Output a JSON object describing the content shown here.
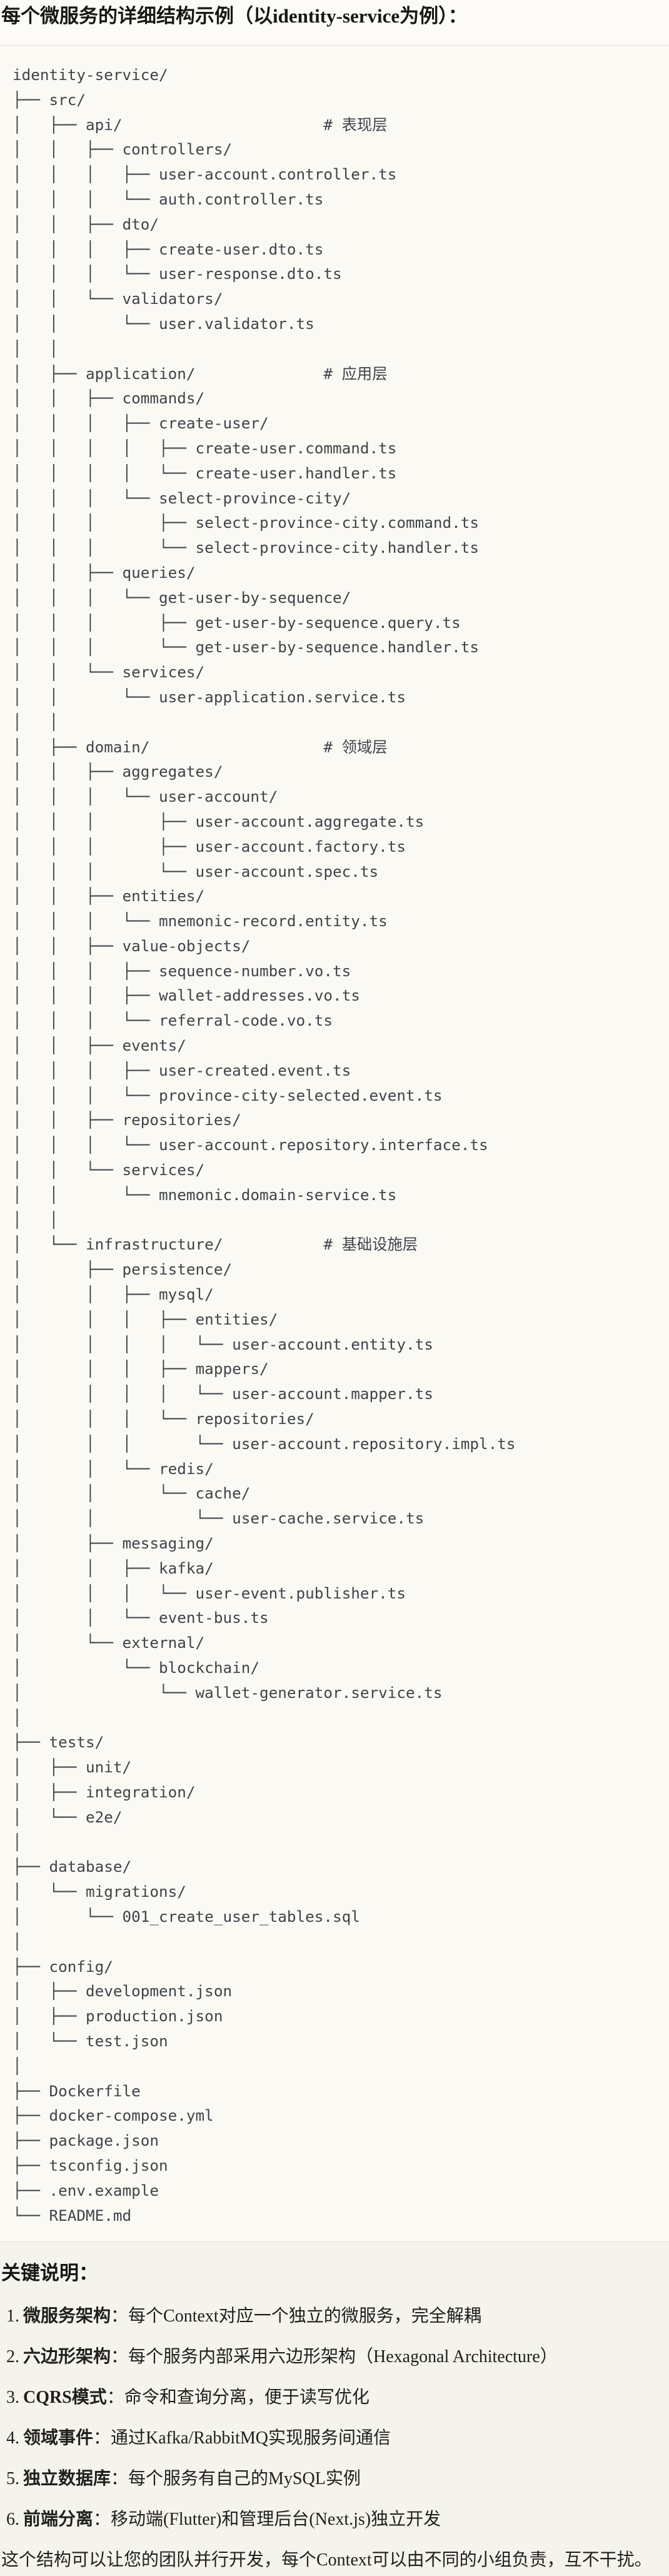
{
  "header": {
    "title": "每个微服务的详细结构示例（以identity-service为例）："
  },
  "tree": {
    "lines": [
      "identity-service/",
      "├── src/",
      "│   ├── api/                      # 表现层",
      "│   │   ├── controllers/",
      "│   │   │   ├── user-account.controller.ts",
      "│   │   │   └── auth.controller.ts",
      "│   │   ├── dto/",
      "│   │   │   ├── create-user.dto.ts",
      "│   │   │   └── user-response.dto.ts",
      "│   │   └── validators/",
      "│   │       └── user.validator.ts",
      "│   │",
      "│   ├── application/              # 应用层",
      "│   │   ├── commands/",
      "│   │   │   ├── create-user/",
      "│   │   │   │   ├── create-user.command.ts",
      "│   │   │   │   └── create-user.handler.ts",
      "│   │   │   └── select-province-city/",
      "│   │   │       ├── select-province-city.command.ts",
      "│   │   │       └── select-province-city.handler.ts",
      "│   │   ├── queries/",
      "│   │   │   └── get-user-by-sequence/",
      "│   │   │       ├── get-user-by-sequence.query.ts",
      "│   │   │       └── get-user-by-sequence.handler.ts",
      "│   │   └── services/",
      "│   │       └── user-application.service.ts",
      "│   │",
      "│   ├── domain/                   # 领域层",
      "│   │   ├── aggregates/",
      "│   │   │   └── user-account/",
      "│   │   │       ├── user-account.aggregate.ts",
      "│   │   │       ├── user-account.factory.ts",
      "│   │   │       └── user-account.spec.ts",
      "│   │   ├── entities/",
      "│   │   │   └── mnemonic-record.entity.ts",
      "│   │   ├── value-objects/",
      "│   │   │   ├── sequence-number.vo.ts",
      "│   │   │   ├── wallet-addresses.vo.ts",
      "│   │   │   └── referral-code.vo.ts",
      "│   │   ├── events/",
      "│   │   │   ├── user-created.event.ts",
      "│   │   │   └── province-city-selected.event.ts",
      "│   │   ├── repositories/",
      "│   │   │   └── user-account.repository.interface.ts",
      "│   │   └── services/",
      "│   │       └── mnemonic.domain-service.ts",
      "│   │",
      "│   └── infrastructure/           # 基础设施层",
      "│       ├── persistence/",
      "│       │   ├── mysql/",
      "│       │   │   ├── entities/",
      "│       │   │   │   └── user-account.entity.ts",
      "│       │   │   ├── mappers/",
      "│       │   │   │   └── user-account.mapper.ts",
      "│       │   │   └── repositories/",
      "│       │   │       └── user-account.repository.impl.ts",
      "│       │   └── redis/",
      "│       │       └── cache/",
      "│       │           └── user-cache.service.ts",
      "│       ├── messaging/",
      "│       │   ├── kafka/",
      "│       │   │   └── user-event.publisher.ts",
      "│       │   └── event-bus.ts",
      "│       └── external/",
      "│           └── blockchain/",
      "│               └── wallet-generator.service.ts",
      "│",
      "├── tests/",
      "│   ├── unit/",
      "│   ├── integration/",
      "│   └── e2e/",
      "│",
      "├── database/",
      "│   └── migrations/",
      "│       └── 001_create_user_tables.sql",
      "│",
      "├── config/",
      "│   ├── development.json",
      "│   ├── production.json",
      "│   └── test.json",
      "│",
      "├── Dockerfile",
      "├── docker-compose.yml",
      "├── package.json",
      "├── tsconfig.json",
      "├── .env.example",
      "└── README.md"
    ]
  },
  "explanation": {
    "heading": "关键说明：",
    "colon": "：",
    "items": [
      {
        "num": "1.",
        "term": "微服务架构",
        "desc": "每个Context对应一个独立的微服务，完全解耦"
      },
      {
        "num": "2.",
        "term": "六边形架构",
        "desc": "每个服务内部采用六边形架构（Hexagonal Architecture）"
      },
      {
        "num": "3.",
        "term": "CQRS模式",
        "desc": "命令和查询分离，便于读写优化"
      },
      {
        "num": "4.",
        "term": "领域事件",
        "desc": "通过Kafka/RabbitMQ实现服务间通信"
      },
      {
        "num": "5.",
        "term": "独立数据库",
        "desc": "每个服务有自己的MySQL实例"
      },
      {
        "num": "6.",
        "term": "前端分离",
        "desc": "移动端(Flutter)和管理后台(Next.js)独立开发"
      }
    ],
    "footer": "这个结构可以让您的团队并行开发，每个Context可以由不同的小组负责，互不干扰。"
  },
  "colors": {
    "page_bg": "#f4f3ec",
    "header_bg": "#fcfbf8",
    "code_bg": "#faf9f4",
    "code_border": "#e5e3da",
    "tree_text": "#3f4449",
    "heading_text": "#161614",
    "body_text": "#201f1d"
  }
}
